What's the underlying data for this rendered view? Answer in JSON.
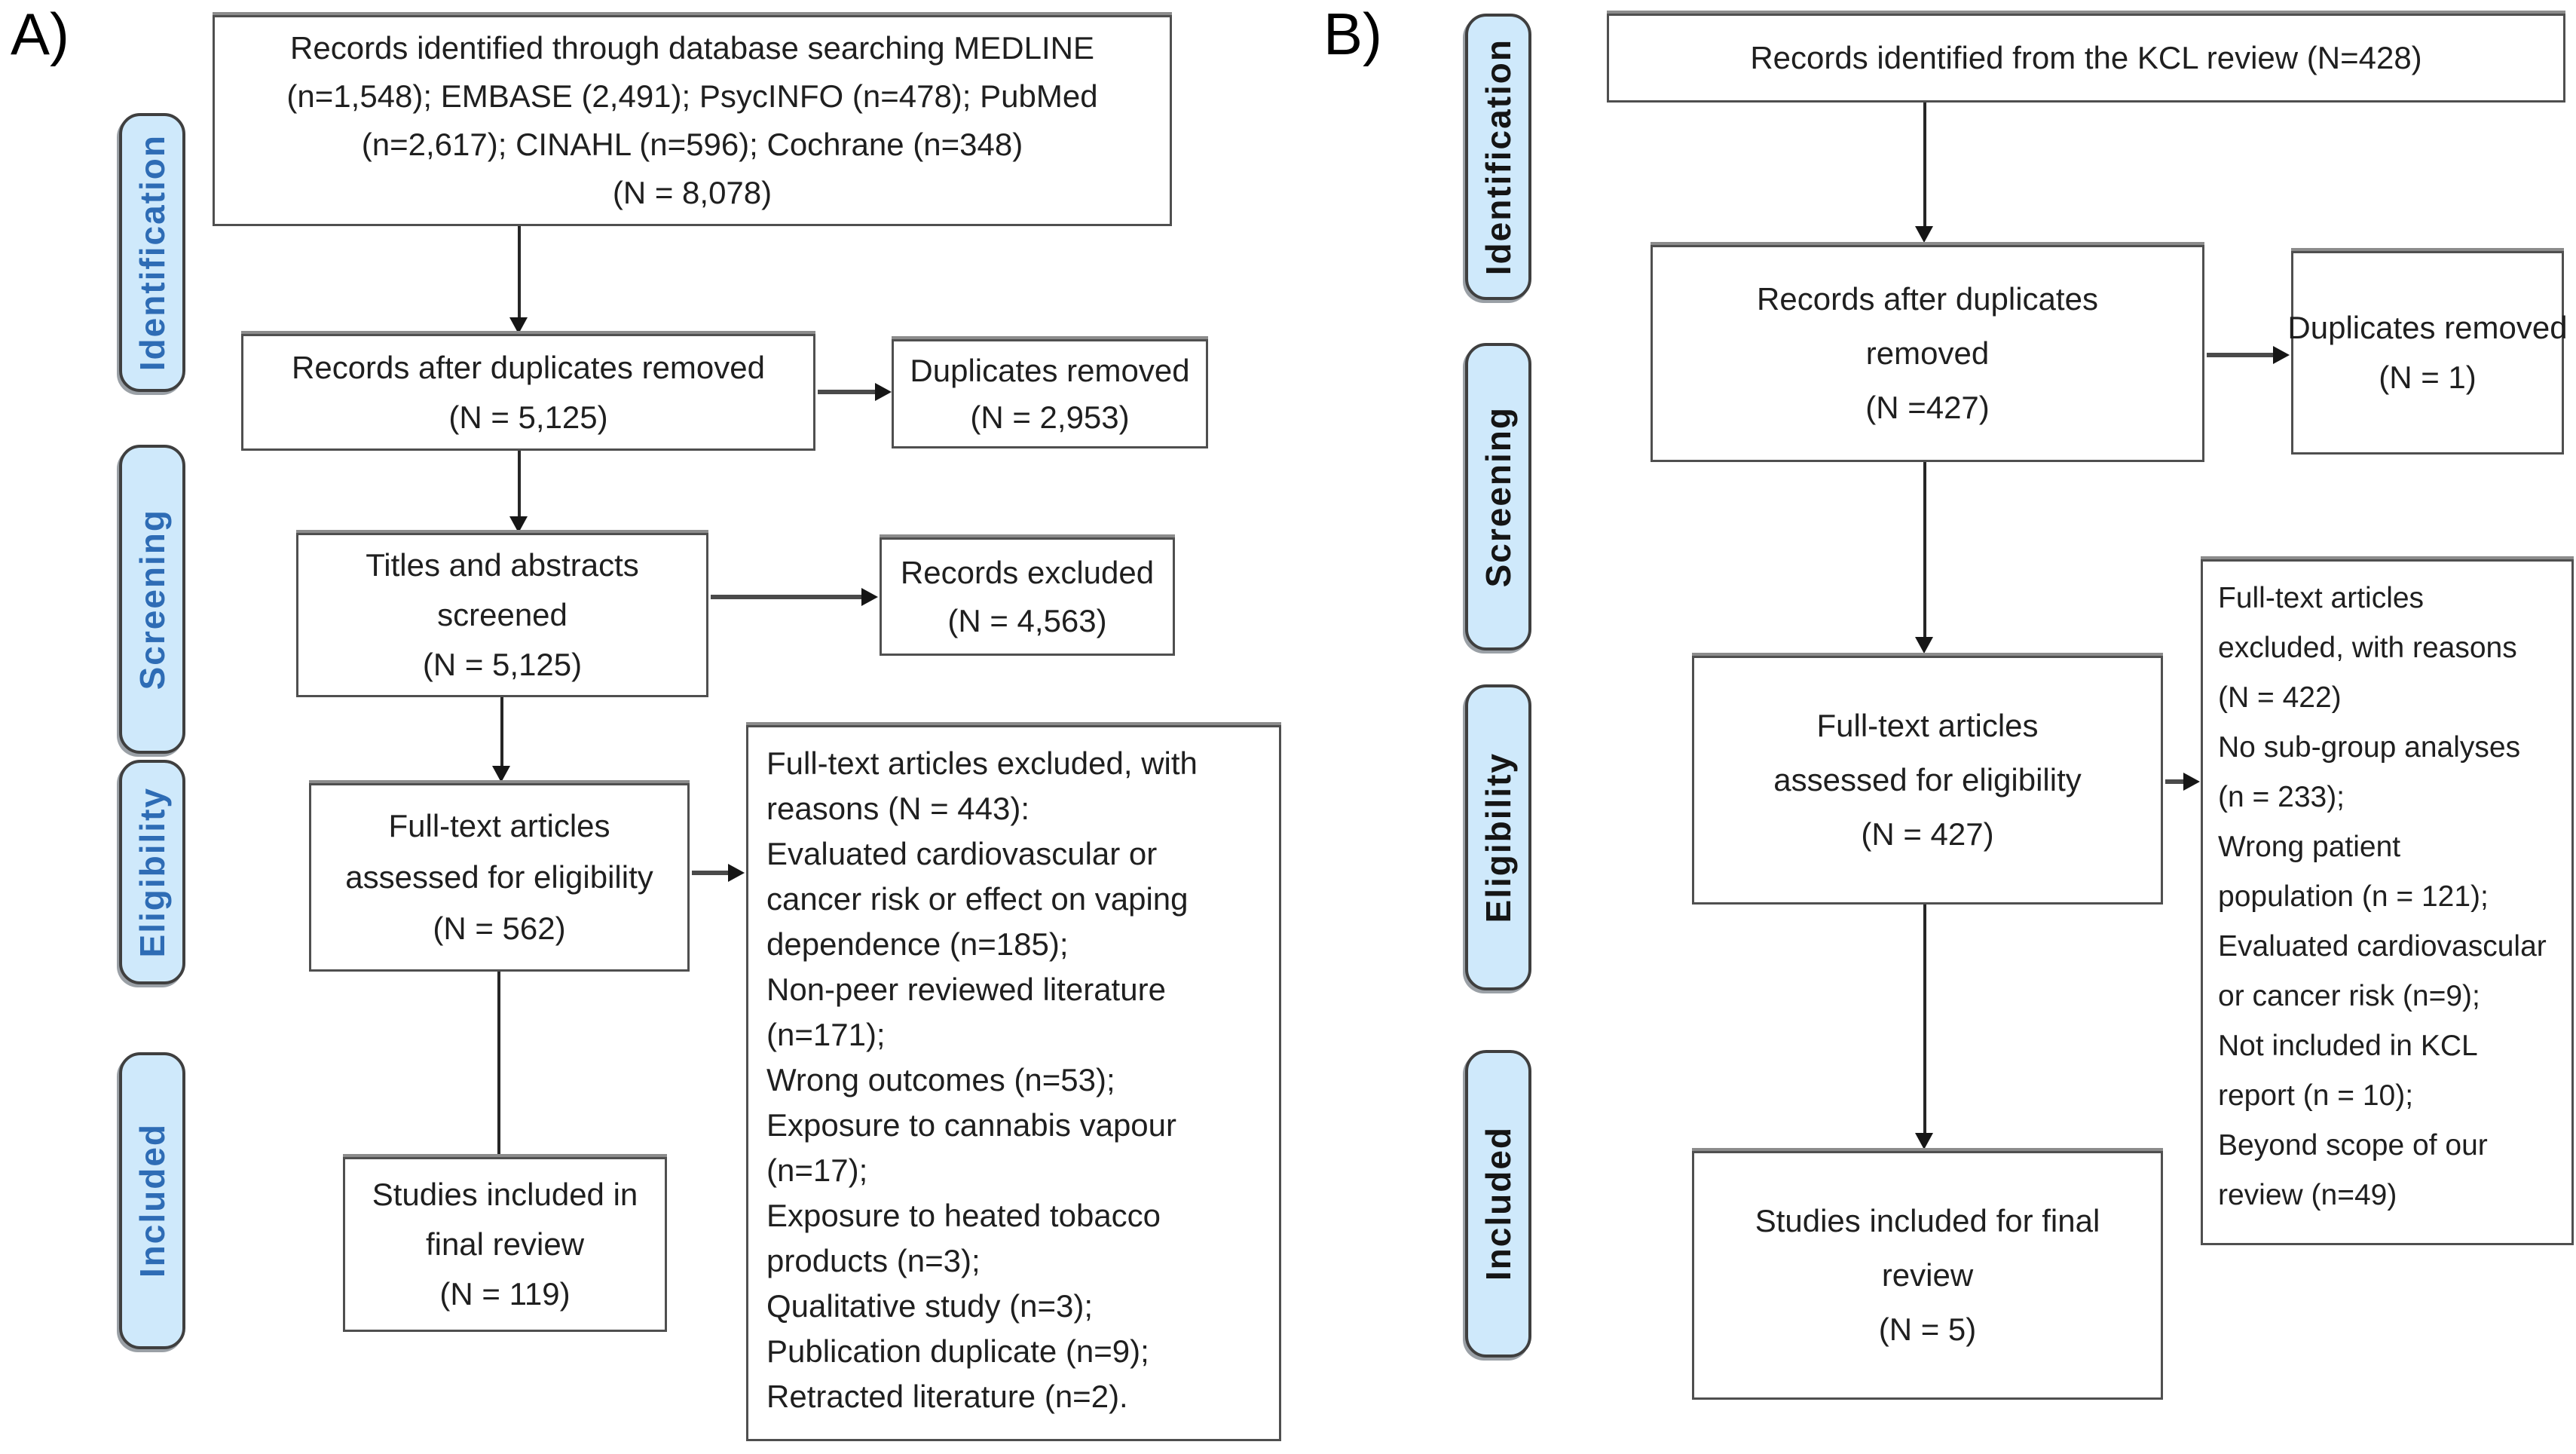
{
  "colors": {
    "pill_fill": "#cfe9fb",
    "pill_border": "#3f3f3f",
    "panel_a_stage_text": "#2e6cb5",
    "panel_b_stage_text": "#151515",
    "box_border": "#4f4f4f",
    "text": "#1f1f1f"
  },
  "panel_a": {
    "label": "A)",
    "stages": {
      "identification": "Identification",
      "screening": "Screening",
      "eligibility": "Eligibility",
      "included": "Included"
    },
    "box_identified": {
      "line1": "Records identified through database searching MEDLINE",
      "line2": "(n=1,548); EMBASE (2,491); PsycINFO (n=478); PubMed",
      "line3": "(n=2,617); CINAHL (n=596); Cochrane (n=348)",
      "line4": "(N = 8,078)"
    },
    "box_after_duplicates": {
      "line1": "Records after duplicates removed",
      "line2": "(N = 5,125)"
    },
    "box_duplicates_removed": {
      "line1": "Duplicates removed",
      "line2": "(N = 2,953)"
    },
    "box_titles_screened": {
      "line1": "Titles and abstracts",
      "line2": "screened",
      "line3": "(N = 5,125)"
    },
    "box_records_excluded": {
      "line1": "Records excluded",
      "line2": "(N = 4,563)"
    },
    "box_fulltext_assessed": {
      "line1": "Full-text articles",
      "line2": "assessed for eligibility",
      "line3": "(N = 562)"
    },
    "box_excluded_reasons": {
      "line1": "Full-text articles excluded, with",
      "line2": "reasons (N = 443):",
      "line3": "Evaluated cardiovascular or",
      "line4": "cancer risk or effect on vaping",
      "line5": "dependence (n=185);",
      "line6": "Non-peer reviewed literature",
      "line7": "(n=171);",
      "line8": "Wrong outcomes (n=53);",
      "line9": "Exposure to cannabis vapour",
      "line10": "(n=17);",
      "line11": "Exposure to heated tobacco",
      "line12": "products (n=3);",
      "line13": "Qualitative study (n=3);",
      "line14": "Publication duplicate (n=9);",
      "line15": "Retracted literature (n=2)."
    },
    "box_included": {
      "line1": "Studies included in",
      "line2": "final review",
      "line3": "(N = 119)"
    }
  },
  "panel_b": {
    "label": "B)",
    "stages": {
      "identification": "Identification",
      "screening": "Screening",
      "eligibility": "Eligibility",
      "included": "Included"
    },
    "box_identified": {
      "line1": "Records identified from the KCL review (N=428)"
    },
    "box_after_duplicates": {
      "line1": "Records after duplicates",
      "line2": "removed",
      "line3": "(N =427)"
    },
    "box_duplicates_removed": {
      "line1": "Duplicates removed",
      "line2": "(N = 1)"
    },
    "box_fulltext_assessed": {
      "line1": "Full-text articles",
      "line2": "assessed for eligibility",
      "line3": "(N = 427)"
    },
    "box_excluded_reasons": {
      "line1": "Full-text articles",
      "line2": "excluded, with reasons",
      "line3": "(N = 422)",
      "line4": "No sub-group analyses",
      "line5": "(n = 233);",
      "line6": "Wrong patient",
      "line7": "population (n = 121);",
      "line8": "Evaluated cardiovascular",
      "line9": "or cancer risk (n=9);",
      "line10": "Not included in KCL",
      "line11": "report (n = 10);",
      "line12": "Beyond scope of our",
      "line13": "review (n=49)"
    },
    "box_included": {
      "line1": "Studies included for final",
      "line2": "review",
      "line3": "(N = 5)"
    }
  }
}
